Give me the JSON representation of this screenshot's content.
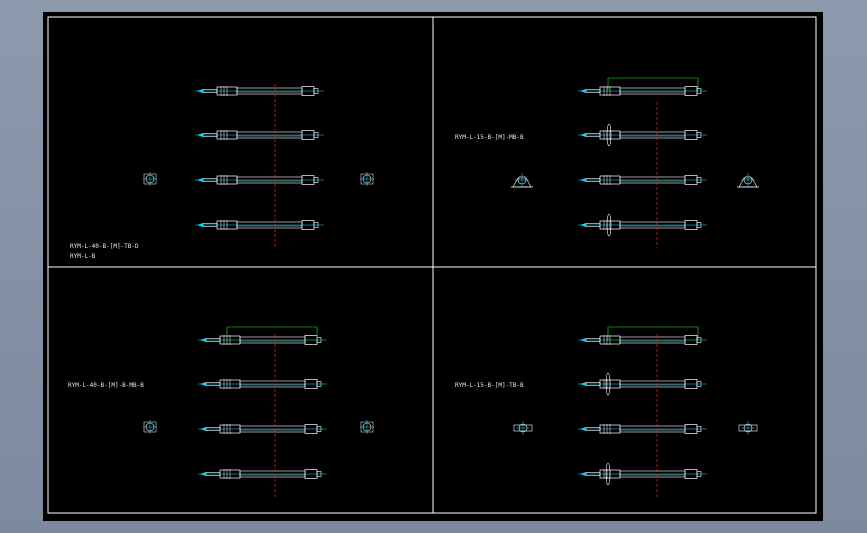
{
  "drawing": {
    "background": "#000000",
    "line_color": "#ffffff",
    "axis_color": "#00ddff",
    "center_color": "#ee2222",
    "dim_color": "#22ee22"
  },
  "views": {
    "top_left": {
      "labels": [
        "RYM-L-40-B-[M]-TB-D",
        "RYM-L-B"
      ]
    },
    "top_right": {
      "labels": [
        "RYM-L-15-B-[M]-MB-B"
      ]
    },
    "bottom_left": {
      "labels": [
        "RYM-L-40-B-[M]-B-MB-B"
      ]
    },
    "bottom_right": {
      "labels": [
        "RYM-L-15-B-[M]-TB-B"
      ]
    }
  }
}
